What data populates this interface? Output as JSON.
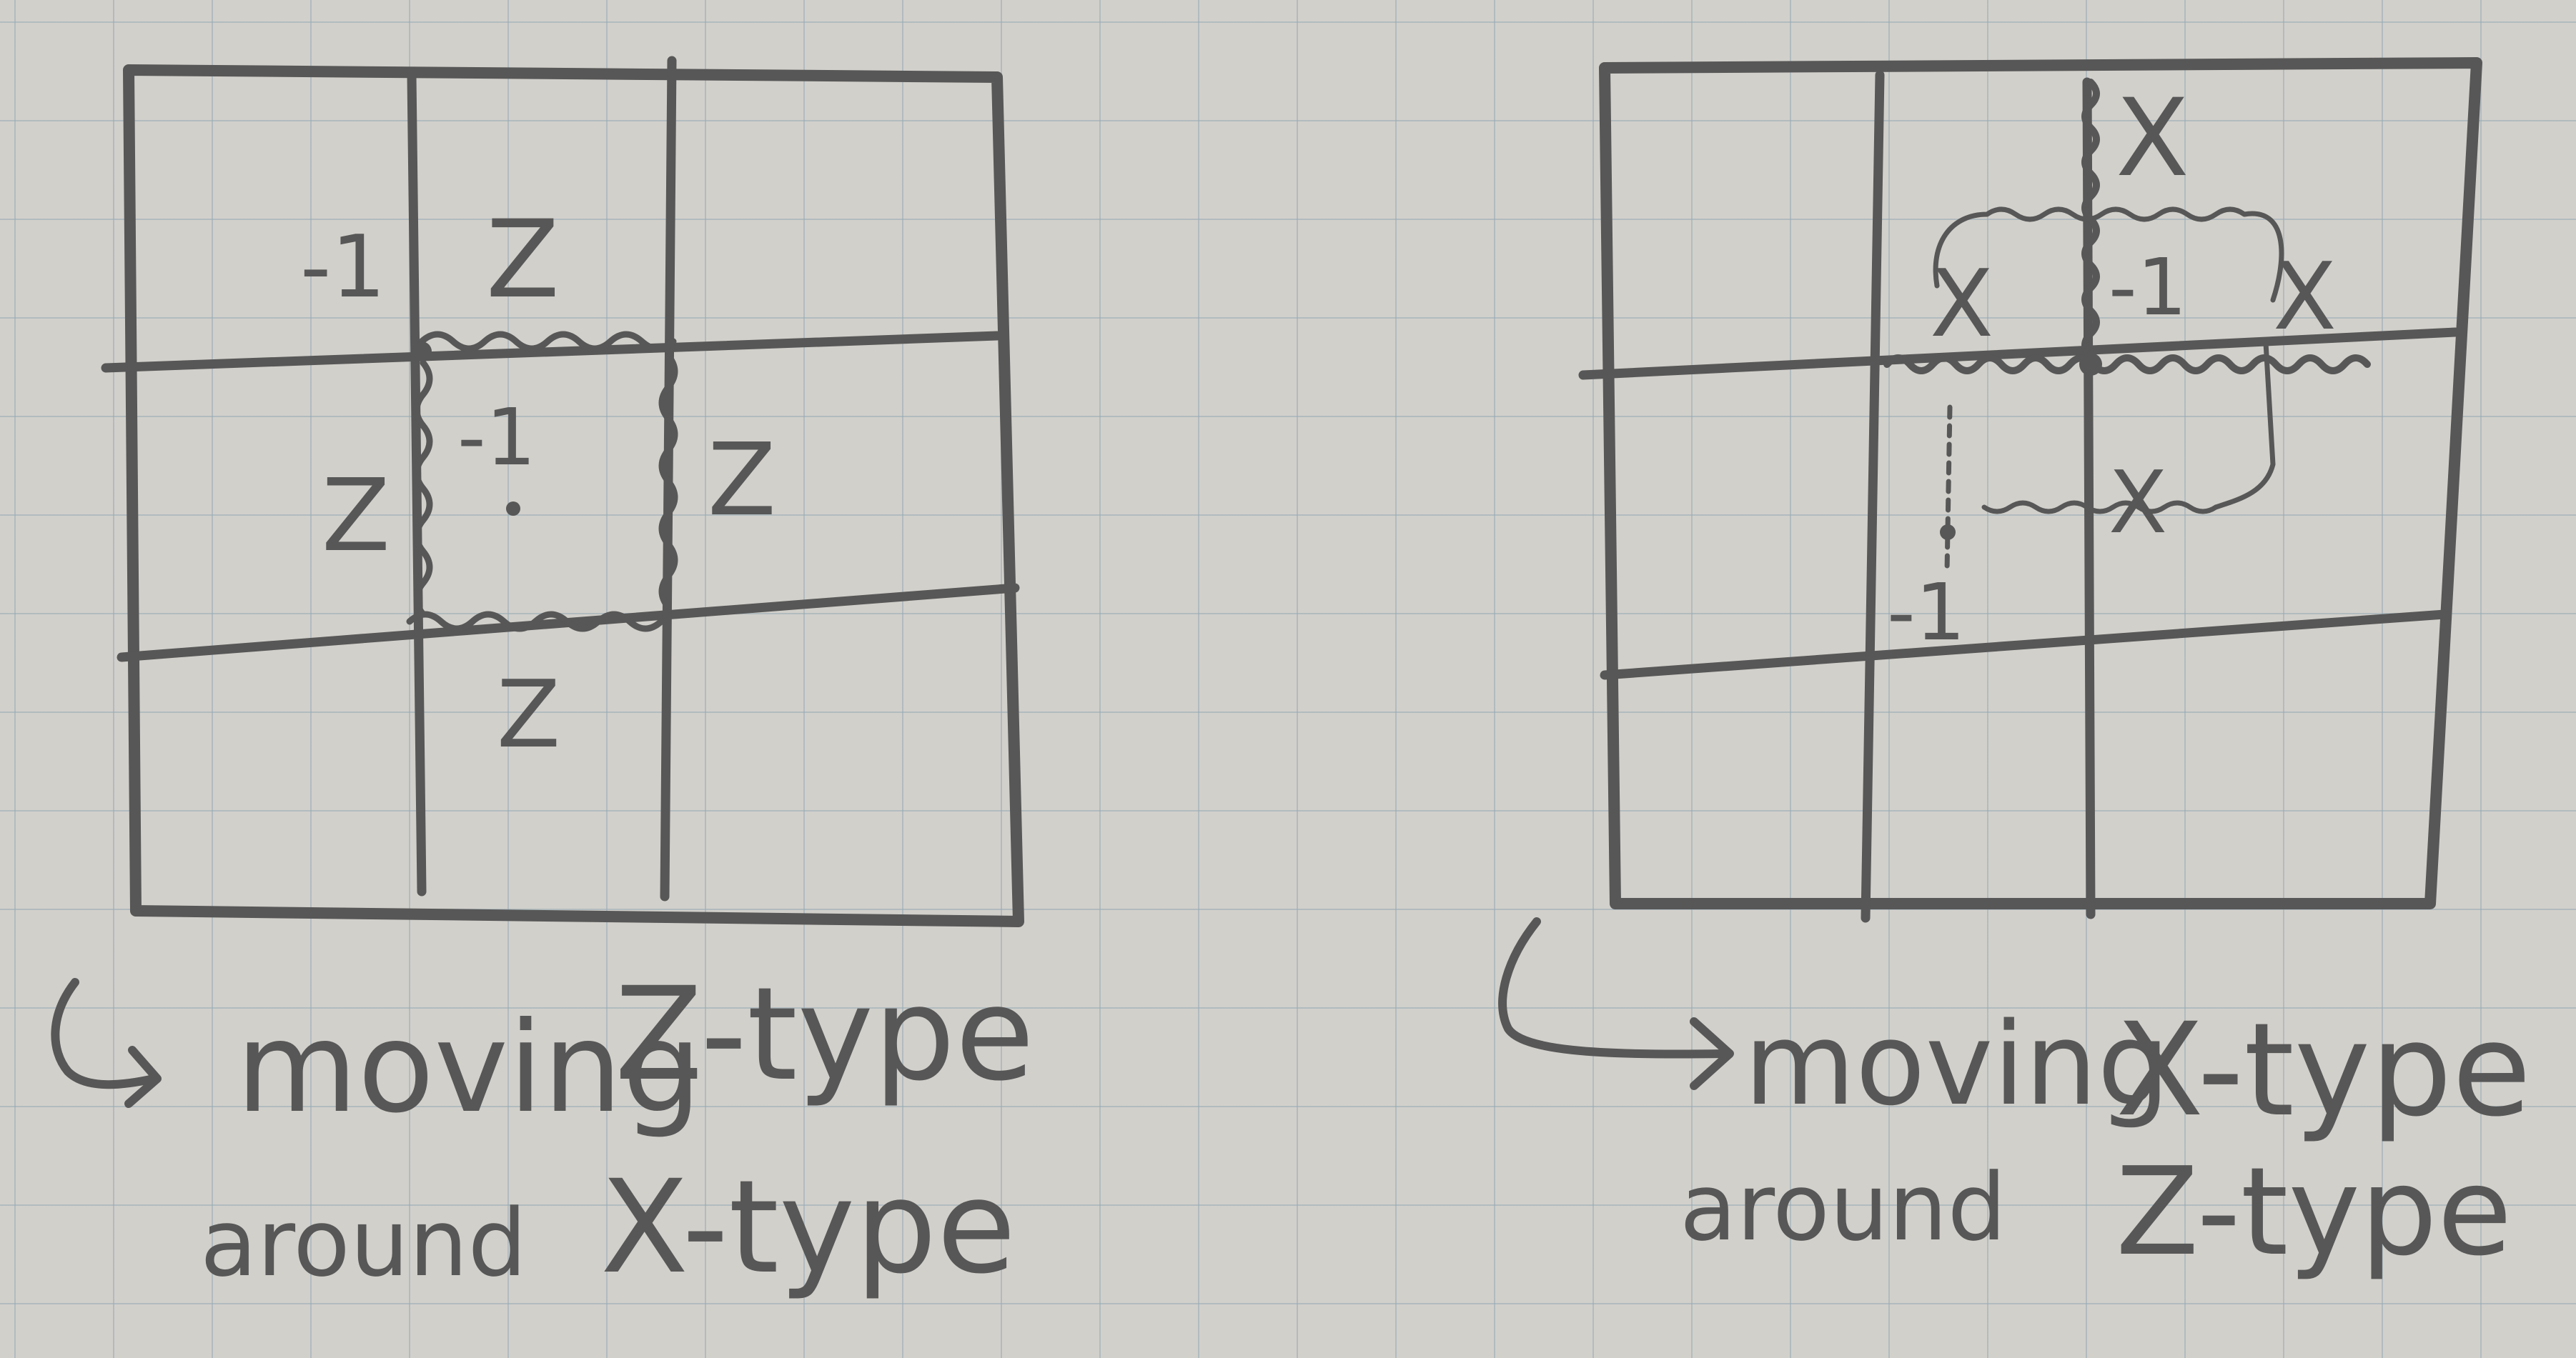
{
  "colors": {
    "paper": "#d2d0cb",
    "grid_line": "#96aab4",
    "pencil": "#575757"
  },
  "left_sketch": {
    "cell_labels": {
      "top_left_value": "-1",
      "top": "Z",
      "left": "Z",
      "right": "Z",
      "bottom": "Z",
      "center_value": "-1"
    },
    "caption_line1_a": "moving",
    "caption_line1_b": "Z-type",
    "caption_line2_a": "around",
    "caption_line2_b": "X-type"
  },
  "right_sketch": {
    "cell_labels": {
      "top_x": "X",
      "left_x": "X",
      "center_value": "-1",
      "right_x": "X",
      "lower_x": "X",
      "lower_left_value": "-1"
    },
    "caption_line1_a": "moving",
    "caption_line1_b": "X-type",
    "caption_line2_a": "around",
    "caption_line2_b": "Z-type"
  }
}
